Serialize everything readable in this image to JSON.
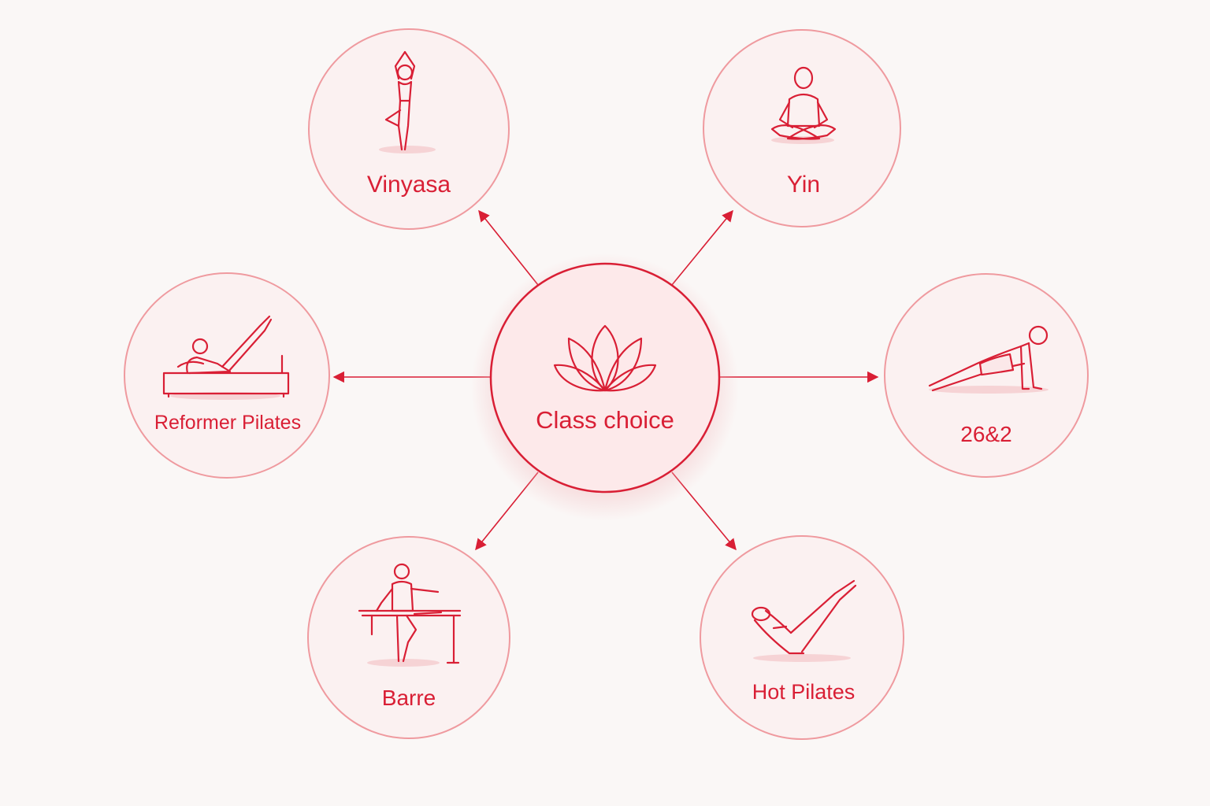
{
  "hub": {
    "label": "Class choice",
    "icon": "lotus-icon"
  },
  "nodes": [
    {
      "id": "vinyasa",
      "label": "Vinyasa",
      "icon": "tree-pose-icon"
    },
    {
      "id": "yin",
      "label": "Yin",
      "icon": "seated-meditation-icon"
    },
    {
      "id": "reformer-pilates",
      "label": "Reformer Pilates",
      "icon": "reformer-machine-icon"
    },
    {
      "id": "26-2",
      "label": "26&2",
      "icon": "plank-pose-icon"
    },
    {
      "id": "barre",
      "label": "Barre",
      "icon": "ballet-barre-icon"
    },
    {
      "id": "hot-pilates",
      "label": "Hot Pilates",
      "icon": "v-sit-icon"
    }
  ],
  "colors": {
    "accent": "#d91f35",
    "circle_stroke": "#ef9a9f",
    "circle_fill": "#fbf1f1",
    "background": "#faf7f6"
  }
}
